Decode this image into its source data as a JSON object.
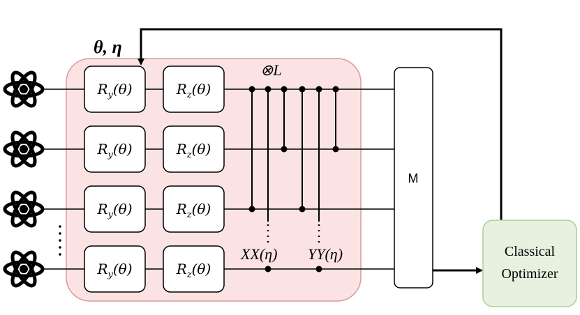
{
  "params_label": "θ, η",
  "repeat_label": "⊗L",
  "gates": {
    "ry": {
      "main": "R",
      "sub": "y",
      "arg": "(θ)"
    },
    "rz": {
      "main": "R",
      "sub": "z",
      "arg": "(θ)"
    }
  },
  "qubits": [
    "qubit-1",
    "qubit-2",
    "qubit-3",
    "qubit-4"
  ],
  "entanglers": {
    "xx_label": "XX(η)",
    "yy_label": "YY(η)"
  },
  "measure_label": "M",
  "optimizer": {
    "line1": "Classical",
    "line2": "Optimizer"
  },
  "colors": {
    "layer_fill": "#fbe3e3",
    "layer_stroke": "#d99a9a",
    "optimizer_fill": "#e6f2df",
    "optimizer_stroke": "#a8cf94"
  },
  "icons": [
    "atom-icon",
    "atom-icon",
    "atom-icon",
    "atom-icon"
  ]
}
